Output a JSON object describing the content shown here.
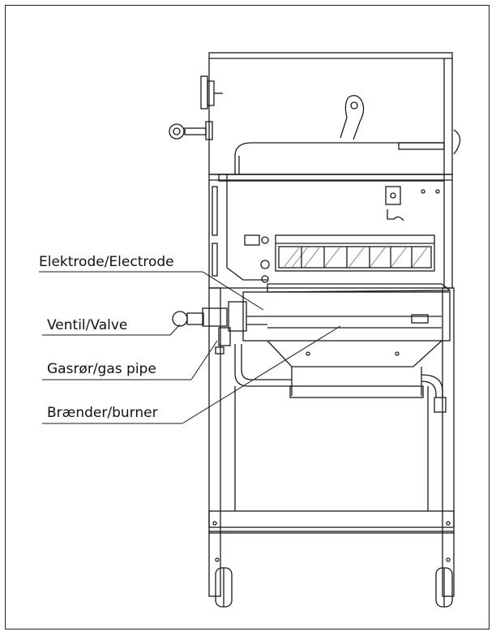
{
  "callouts": {
    "electrode": "Elektrode/Electrode",
    "valve": "Ventil/Valve",
    "gas_pipe": "Gasrør/gas pipe",
    "burner": "Brænder/burner"
  },
  "colors": {
    "line": "#1a1a1a",
    "hatch": "#7a7a7a"
  }
}
